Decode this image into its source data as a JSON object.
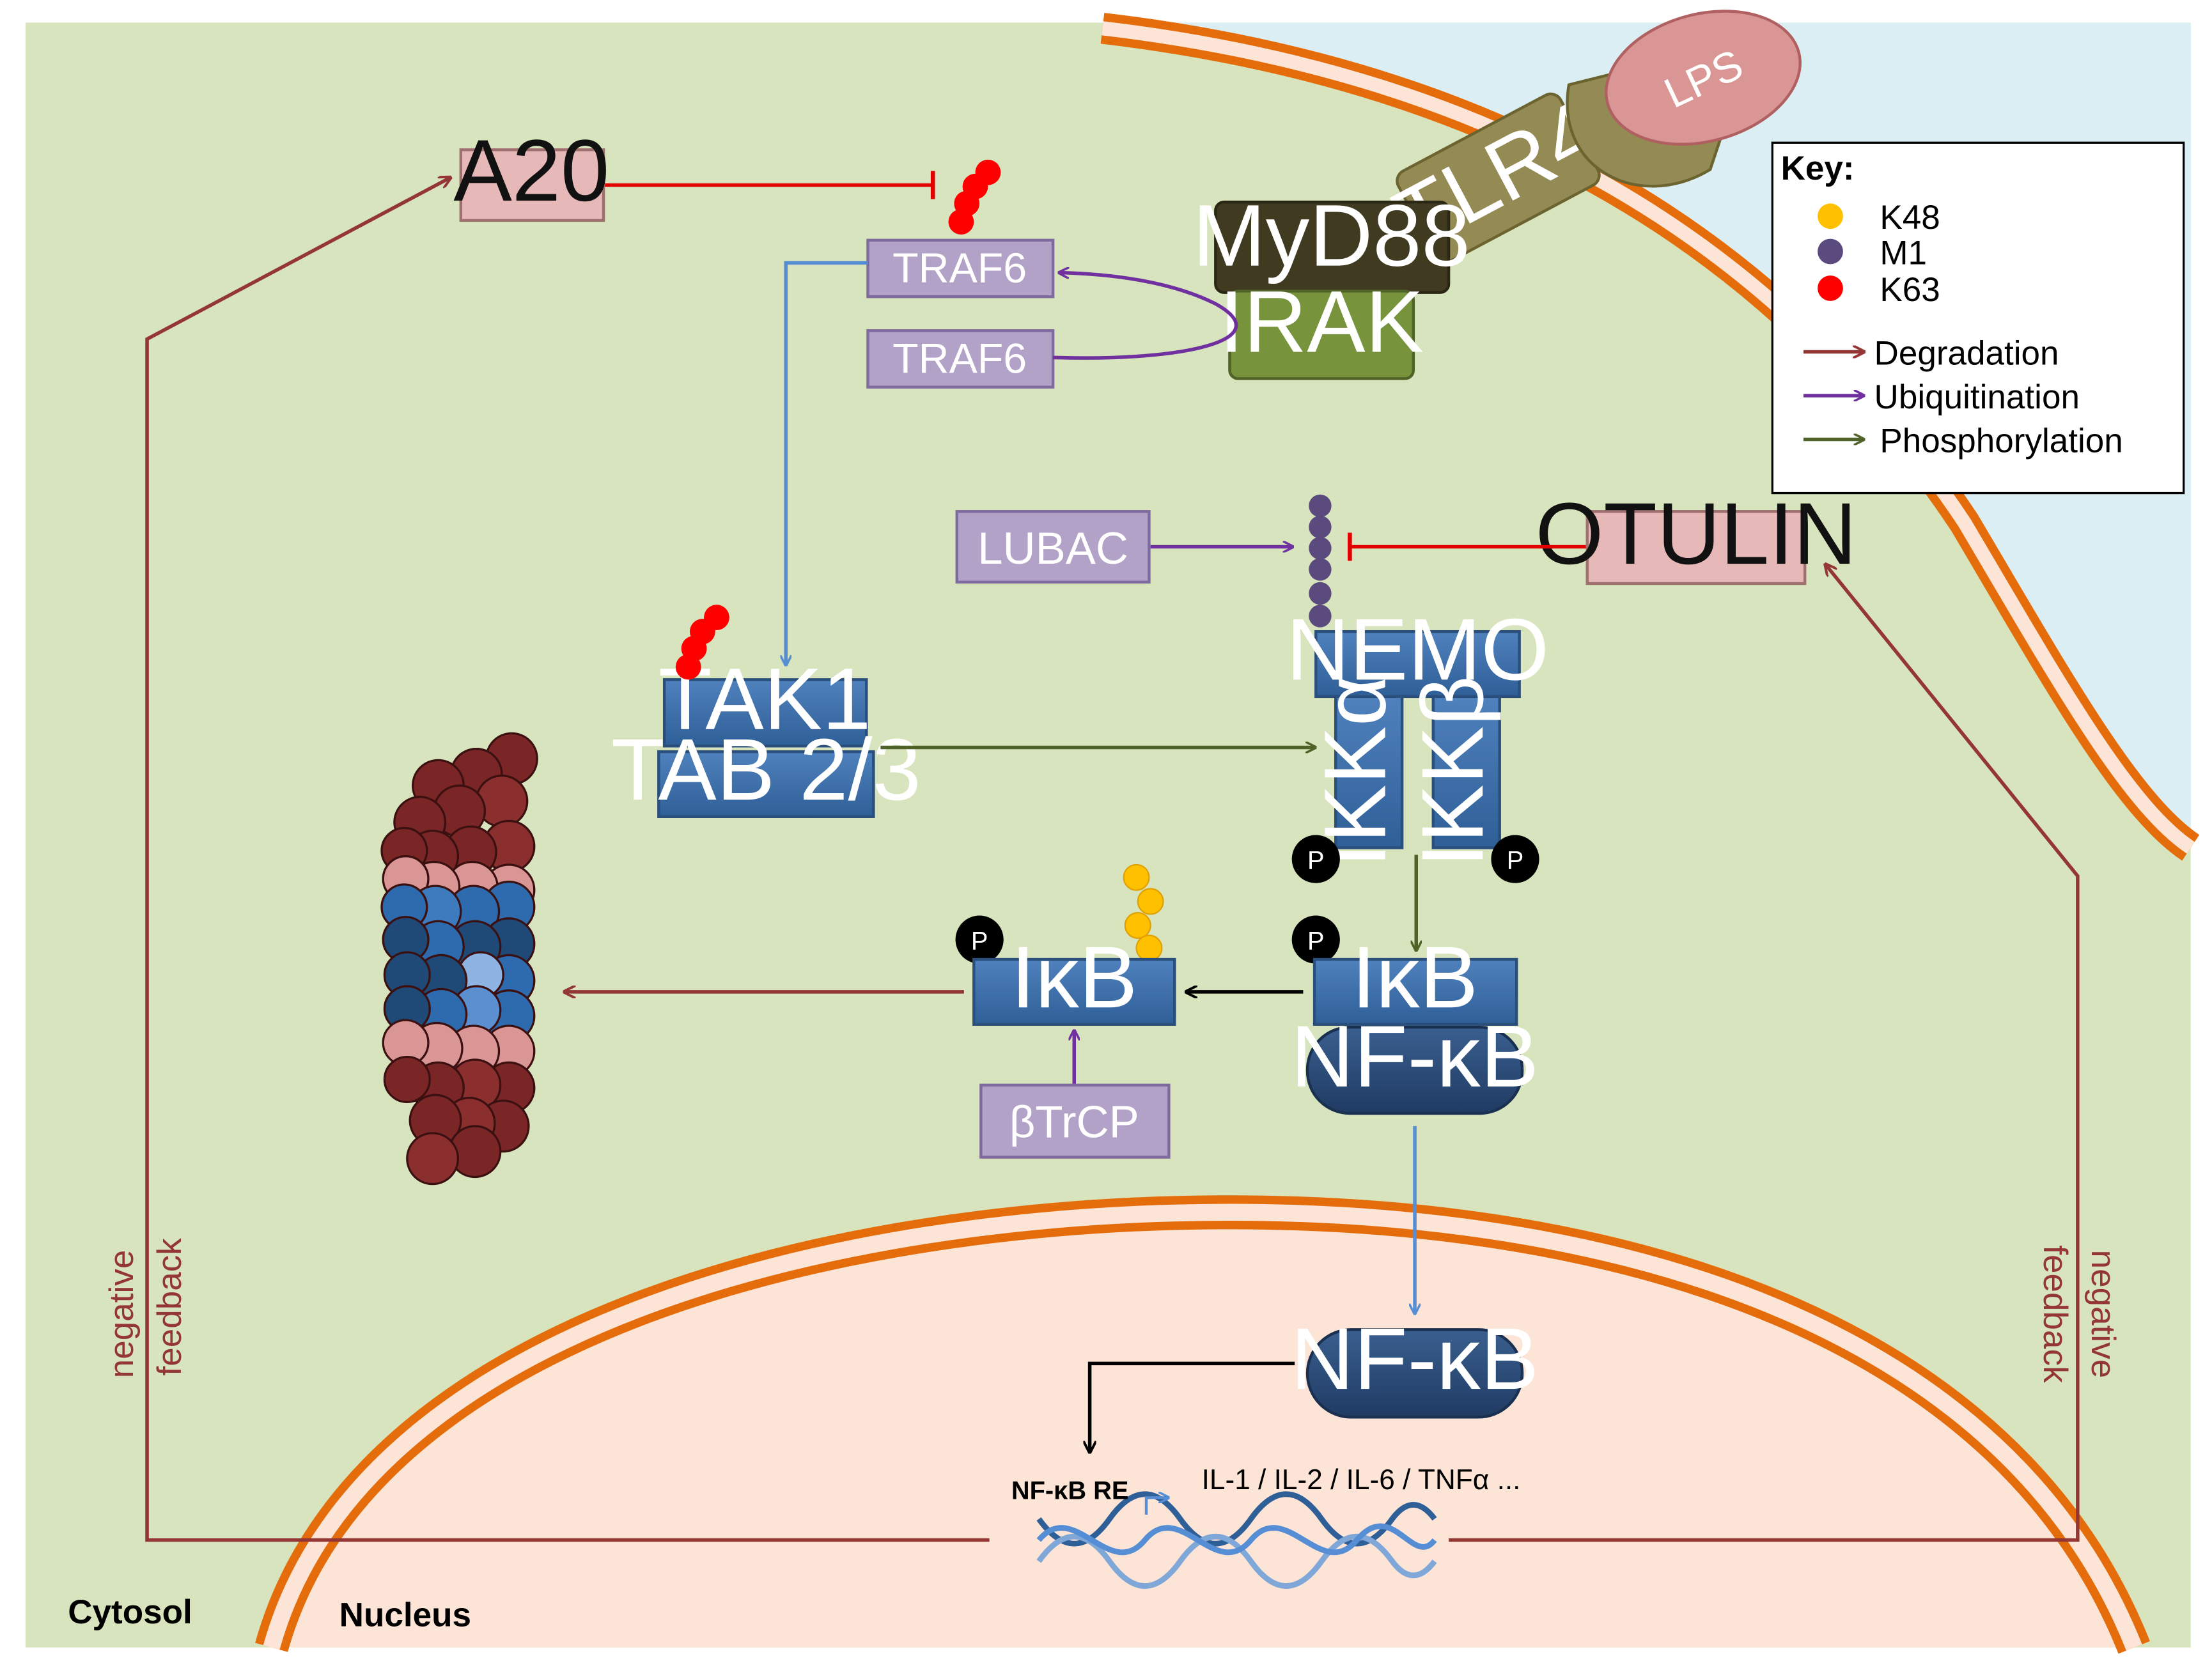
{
  "compartments": {
    "cytosol": "Cytosol",
    "nucleus": "Nucleus"
  },
  "receptor": {
    "ligand": "LPS",
    "receptor": "TLR4",
    "adaptor": "MyD88",
    "kinase": "IRAK"
  },
  "traf6": {
    "top": "TRAF6",
    "bottom": "TRAF6"
  },
  "a20": "A20",
  "lubac": "LUBAC",
  "otulin": "OTULIN",
  "tak_complex": {
    "tak1": "TAK1",
    "tab": "TAB 2/3"
  },
  "ikk_complex": {
    "nemo": "NEMO",
    "ikk_alpha": "IKKα",
    "ikk_beta": "IKKβ"
  },
  "phospho_label": "P",
  "ikb_nfkb": {
    "ikb": "IκB",
    "nfkb": "NF-κB"
  },
  "ikb_free": "IκB",
  "btrcp": "βTrCP",
  "nuclear_nfkb": "NF-κB",
  "gene": {
    "response_element": "NF-κB RE",
    "targets": "IL-1 / IL-2 / IL-6 / TNFα ..."
  },
  "feedback": {
    "left_line1": "negative",
    "left_line2": "feedback",
    "right_line1": "negative",
    "right_line2": "feedback"
  },
  "key": {
    "title": "Key:",
    "ubiquitin": [
      {
        "label": "K48",
        "color": "#FFC000"
      },
      {
        "label": "M1",
        "color": "#5B4A7E"
      },
      {
        "label": "K63",
        "color": "#FF0000"
      }
    ],
    "arrows": [
      {
        "label": "Degradation",
        "color": "#943634"
      },
      {
        "label": "Ubiquitination",
        "color": "#7030A0"
      },
      {
        "label": "Phosphorylation",
        "color": "#4F6228"
      }
    ]
  },
  "colors": {
    "cytosol": "#D7E4BD",
    "nucleus": "#FCE4D6",
    "membrane": "#E46C0A",
    "extracellular": "#DAEEF3",
    "blue_protein": "#3E6FA8",
    "purple_protein": "#B3A2C7",
    "pink_protein": "#E6B9B8",
    "degradation": "#943634",
    "ubiquitination": "#7030A0",
    "phosphorylation": "#4F6228",
    "inhibition": "#E00000",
    "transport": "#558ED5"
  }
}
